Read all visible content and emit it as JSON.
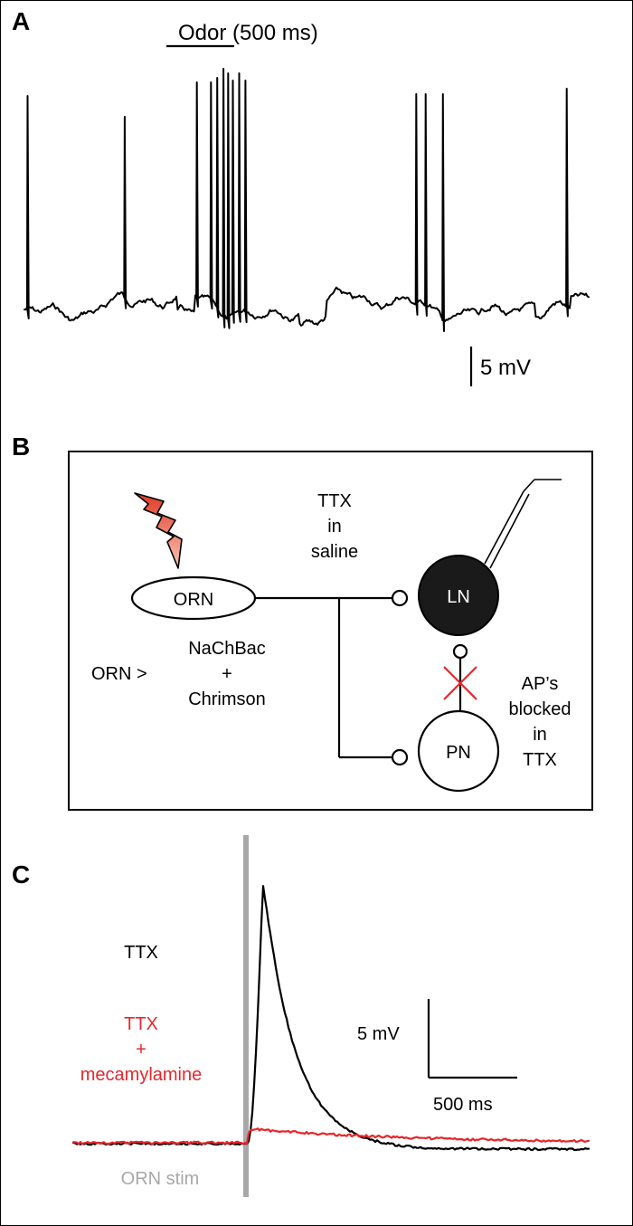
{
  "panels": {
    "a": {
      "letter": "A",
      "stimulus_label": "Odor (500 ms)",
      "scalebar_label": "5 mV"
    },
    "b": {
      "letter": "B",
      "orn_label": "ORN",
      "ln_label": "LN",
      "pn_label": "PN",
      "ttx_lines": [
        "TTX",
        "in",
        "saline"
      ],
      "genotype_prefix": "ORN >",
      "genotype_lines": [
        "NaChBac",
        "+",
        "Chrimson"
      ],
      "block_lines": [
        "AP’s",
        "blocked",
        "in",
        "TTX"
      ]
    },
    "c": {
      "letter": "C",
      "ttx_label": "TTX",
      "drug_lines": [
        "TTX",
        "+",
        "mecamylamine"
      ],
      "scalebar_v_label": "5 mV",
      "scalebar_t_label": "500 ms",
      "stim_label": "ORN stim"
    }
  },
  "colors": {
    "trace": "#000000",
    "mecamylamine_trace": "#e8262b",
    "stim_bar": "#a8a8a8",
    "ln_fill": "#1a1a1a",
    "bolt_light": "#f6a58f",
    "bolt_dark": "#e03a26"
  },
  "icons": {
    "light_stim": "lightning-bolt-icon",
    "electrode": "recording-electrode-icon",
    "block": "red-x-icon"
  },
  "chart_data": [
    {
      "type": "line",
      "panel": "A",
      "title": "",
      "xlabel": "",
      "ylabel": "",
      "series": [
        {
          "description": "membrane potential with spikes",
          "spike_times_ms": [
            20,
            640,
            1100,
            1190,
            1230,
            1270,
            1300,
            1330,
            1370,
            1410,
            2500,
            2560,
            2670,
            3460
          ],
          "odor_window_ms": [
            1000,
            1500
          ]
        }
      ],
      "scale_bar": {
        "value": 5,
        "unit": "mV"
      }
    },
    {
      "type": "line",
      "panel": "C",
      "title": "",
      "xlabel": "",
      "ylabel": "",
      "series": [
        {
          "name": "TTX",
          "peak_mV": 16.5,
          "time_to_peak_ms": 90,
          "decay_tau_ms": 175
        },
        {
          "name": "TTX + mecamylamine",
          "peak_mV": 0.9
        }
      ],
      "scale_bars": [
        {
          "value": 5,
          "unit": "mV"
        },
        {
          "value": 500,
          "unit": "ms"
        }
      ]
    }
  ]
}
